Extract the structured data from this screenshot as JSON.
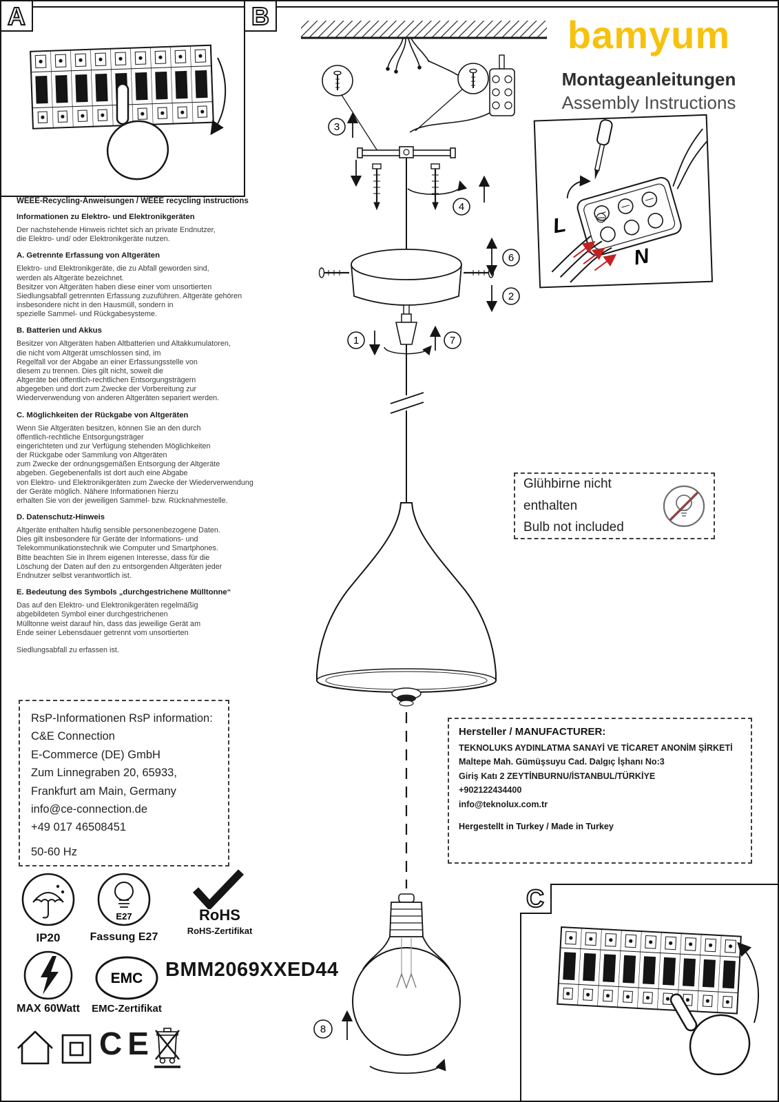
{
  "page": {
    "brand": "bamyum",
    "subtitle_de": "Montageanleitungen",
    "subtitle_en": "Assembly Instructions"
  },
  "panels": {
    "a": "A",
    "b": "B",
    "c": "C"
  },
  "steps": {
    "s1": "1",
    "s2": "2",
    "s3": "3",
    "s4": "4",
    "s6": "6",
    "s7": "7",
    "s8": "8"
  },
  "terminal": {
    "l": "L",
    "n": "N"
  },
  "weee": {
    "title": "WEEE-Recycling-Anweisungen / WEEE recycling instructions",
    "sections": [
      {
        "heading": "Informationen zu Elektro- und Elektronikgeräten",
        "body": "Der nachstehende Hinweis richtet sich an private Endnutzer,\n die Elektro- und/ oder Elektronikgeräte nutzen."
      },
      {
        "heading": "A. Getrennte Erfassung von Altgeräten",
        "body": "Elektro- und Elektronikgeräte, die zu Abfall geworden sind,\n werden als Altgeräte bezeichnet.\nBesitzer von Altgeräten haben diese einer vom unsortierten\nSiedlungsabfall getrennten Erfassung zuzuführen. Altgeräte gehören\ninsbesondere nicht in den Hausmüll, sondern in\nspezielle Sammel- und Rückgabesysteme."
      },
      {
        "heading": "B. Batterien und Akkus",
        "body": "Besitzer von Altgeräten haben Altbatterien und Altakkumulatoren,\n die nicht vom Altgerät umschlossen sind, im\nRegelfall vor der Abgabe an einer Erfassungsstelle von\ndiesem zu trennen. Dies gilt nicht, soweit die\nAltgeräte bei öffentlich-rechtlichen Entsorgungsträgern\nabgegeben und dort zum Zwecke der Vorbereitung zur\nWiederverwendung von anderen Altgeräten separiert werden."
      },
      {
        "heading": "C. Möglichkeiten der Rückgabe von Altgeräten",
        "body": "Wenn Sie Altgeräten besitzen, können Sie an den durch\nöffentlich-rechtliche Entsorgungsträger\neingerichteten und zur Verfügung stehenden Möglichkeiten\nder Rückgabe oder Sammlung von Altgeräten\n zum Zwecke der ordnungsgemäßen Entsorgung der Altgeräte\nabgeben. Gegebenenfalls ist dort auch eine Abgabe\n von Elektro- und Elektronikgeräten zum Zwecke der Wiederverwendung\nder Geräte möglich. Nähere Informationen hierzu\nerhalten Sie von der jeweiligen Sammel- bzw. Rücknahmestelle."
      },
      {
        "heading": "D. Datenschutz-Hinweis",
        "body": "Altgeräte enthalten häufig sensible personenbezogene Daten.\nDies gilt insbesondere für Geräte der Informations- und\nTelekommunikationstechnik wie Computer und Smartphones.\n Bitte beachten Sie in Ihrem eigenen Interesse, dass für die\nLöschung der Daten auf den zu entsorgenden Altgeräten jeder\nEndnutzer selbst verantwortlich ist."
      },
      {
        "heading": "E. Bedeutung des Symbols „durchgestrichene Mülltonne“",
        "body": "Das auf den Elektro- und Elektronikgeräten regelmäßig\n abgebildeten Symbol einer durchgestrichenen\nMülltonne weist darauf hin, dass das jeweilige Gerät am\nEnde seiner Lebensdauer getrennt vom unsortierten"
      }
    ],
    "footer": "Siedlungsabfall zu erfassen ist."
  },
  "bulb_note": {
    "line1": "Glühbirne nicht enthalten",
    "line2": "Bulb not included"
  },
  "rsp": {
    "title": "RsP-Informationen RsP information:",
    "lines": [
      "C&E Connection",
      "E-Commerce (DE) GmbH",
      "Zum Linnegraben 20, 65933,",
      "Frankfurt am Main, Germany",
      "info@ce-connection.de",
      "+49 017 46508451"
    ],
    "hz": "50-60 Hz"
  },
  "manufacturer": {
    "title": "Hersteller / MANUFACTURER:",
    "lines": [
      "TEKNOLUKS AYDINLATMA SANAYİ VE TİCARET ANONİM ŞİRKETİ",
      "Maltepe Mah. Gümüşsuyu Cad. Dalgıç İşhanı No:3",
      "Giriş Katı 2 ZEYTİNBURNU/İSTANBUL/TÜRKİYE",
      "+902122434400",
      "info@teknolux.com.tr"
    ],
    "footer": "Hergestellt in Turkey / Made in Turkey"
  },
  "certs": {
    "ip20": "IP20",
    "e27_label": "Fassung E27",
    "e27_icon": "E27",
    "rohs": "RoHS",
    "rohs_cert": "RoHS-Zertifikat",
    "max_watt": "MAX 60Watt",
    "emc": "EMC",
    "emc_cert": "EMC-Zertifikat",
    "ce": "CE"
  },
  "model": "BMM2069XXED44"
}
